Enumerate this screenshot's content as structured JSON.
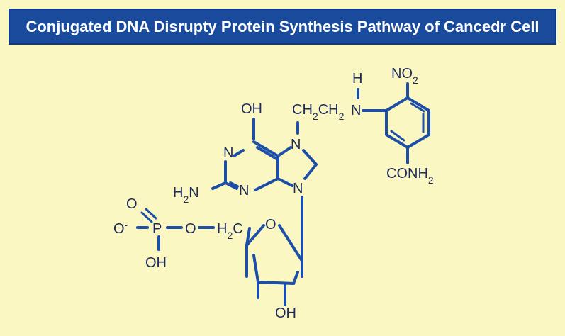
{
  "title": "Conjugated DNA Disrupty Protein Synthesis Pathway of Cancedr Cell",
  "colors": {
    "background": "#fbf7c2",
    "title_bar": "#1a4a9c",
    "bond": "#1d4fa8",
    "label": "#1d2a5c"
  },
  "molecule": {
    "labels": {
      "oh_top": "OH",
      "ch2ch2": "CH2CH2",
      "n_amine": "N",
      "h_amine": "H",
      "no2": "NO2",
      "n_left": "N",
      "n7": "N",
      "n3": "N",
      "n9": "N",
      "h2n": "H2N",
      "conh2": "CONH2",
      "o_double": "O",
      "o_minus": "O-",
      "p": "P",
      "o_bridge": "O",
      "h2c": "H2C",
      "oh_phosphate": "OH",
      "oh_sugar": "OH"
    }
  }
}
